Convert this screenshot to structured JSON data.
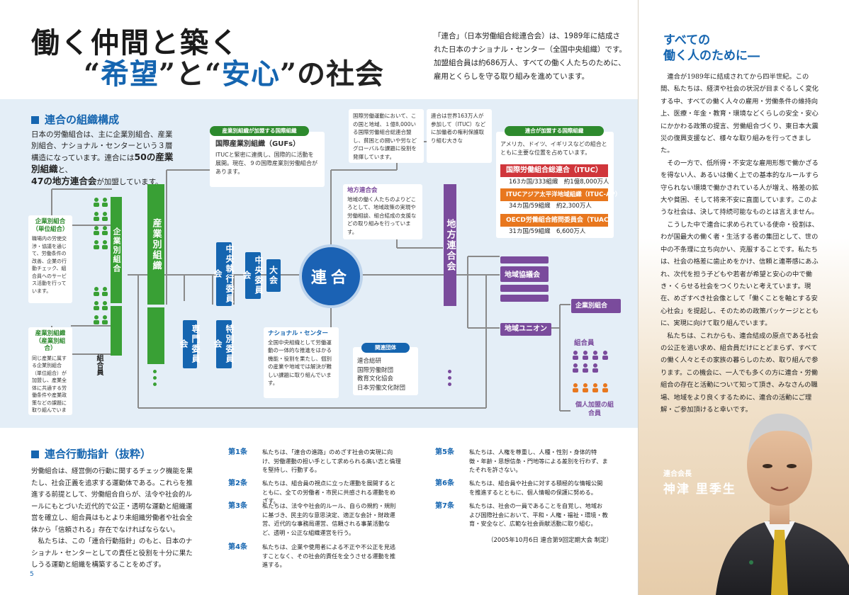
{
  "title": {
    "line1": "働く仲間と築く",
    "line2_q1": "“",
    "line2_hope": "希望",
    "line2_q2": "”と“",
    "line2_safe": "安心",
    "line2_q3": "”の社会"
  },
  "intro": "「連合」（日本労働組合総連合会）は、1989年に結成された日本のナショナル・センター（全国中央組織）です。加盟組合員は約686万人、すべての働く人たちのために、雇用とくらしを守る取り組みを進めています。",
  "org": {
    "heading": "連合の組織構成",
    "desc_a": "日本の労働組合は、主に企業別組合、産業別組合、ナショナル・センターという３層構造になっています。連合には",
    "desc_b": "50の産業別組織",
    "desc_c": "と、",
    "desc_d": "47の地方連合会",
    "desc_e": "が加盟しています。",
    "gufs_tag": "産業別組織が加盟する国際組織",
    "gufs_title": "国際産業別組織（GUFs）",
    "gufs_text": "ITUCと緊密に連携し、国際的に活動を展開。現在、９の国際産業別労働組合があります。",
    "intl_note1": "国際労働運動において、この国と地域、１億8,000いる国際労働組合総連合盟し、貧困との闘いや労などグローバルな課題に役割を発揮しています。",
    "intl_note2": "連合は世界163万人が参加して（ITUC）などに加働者の権利保護取り組む大きな",
    "rengo_intl_tag": "連合が加盟する国際組織",
    "rengo_intl_text": "アメリカ、ドイツ、イギリスなどの組合とともに主要な位置を占めています。",
    "ituc": "国際労働組合総連合（ITUC）",
    "ituc_stats": "163カ国/333組織　約1億8,000万人",
    "itucap": "ITUCアジア太平洋地域組織（ITUC-AP）",
    "itucap_stats": "34カ国/59組織　約2,300万人",
    "tuac": "OECD労働組合諮問委員会（TUAC）",
    "tuac_stats": "31カ国/59組織　6,600万人",
    "enterprise_head": "企業別組合",
    "enterprise_sub": "（単位組合）",
    "enterprise_text": "職場内の労使交渉・協議を通じて、労働条件の改善、企業の行動チェック、組合員へのサービス活動を行っています。",
    "industrial_head": "産業別組織",
    "industrial_sub": "（産業別組合）",
    "industrial_text": "同じ産業に属する企業別組合（単位組合）が加盟し、産業全体に共通する労働条件や産業政策などの課題に取り組んでいます。",
    "local_head": "地方連合会",
    "local_text": "地域の働く人たちのよりどころとして、地域政策の実現や労働相談、組合結成の支援などの取り組みを行っています。",
    "nc_head": "ナショナル・センター",
    "nc_text": "全国中央組織として労働運動の一体的な推進をはかる機能・役割を果たし、個別の産業や地域では解決が難しい課題に取り組んでいます。",
    "related_tag": "関連団体",
    "related_items": [
      "連合総研",
      "国際労働財団",
      "教育文化協会",
      "日本労働文化財団"
    ],
    "bar_kigyou": "企業別組合",
    "bar_sangyou": "産業別組織",
    "bar_senmon": "専門委員会",
    "bar_chuoshikkou": "中央執行委員会",
    "bar_tokubetsu": "特別委員会",
    "bar_chuoiinkai": "中央委員会",
    "bar_taikai": "大会",
    "rengo": "連合",
    "bar_chihou": "地方連合会",
    "members_left": "組合員",
    "chiiki_kyougikai": "地域協議会",
    "chiiki_union": "地域ユニオン",
    "right_enterprise": "企業別組合",
    "right_members": "組合員",
    "individual": "個人加盟の組合員"
  },
  "guidelines": {
    "heading": "連合行動指針（抜粋）",
    "intro1": "労働組合は、経営側の行動に関するチェック機能を果たし、社会正義を追求する運動体である。これらを推進する前提として、労働組合自らが、法令や社会的ルールにもとづいた近代的で公正・透明な運動と組織運営を確立し、組合員はもとより未組織労働者や社会全体から「信頼される」存在でなければならない。",
    "intro2": "私たちは、この「連合行動指針」のもと、日本のナショナル・センターとしての責任と役割を十分に果たしうる運動と組織を構築することをめざす。",
    "articles": [
      {
        "num": "第1条",
        "text": "私たちは、「連合の進路」のめざす社会の実現に向け、労働運動の担い手として求められる高い志と倫理を堅持し、行動する。"
      },
      {
        "num": "第2条",
        "text": "私たちは、組合員の視点に立った運動を展開するとともに、全ての労働者・市民に共感される運動をめざす。"
      },
      {
        "num": "第3条",
        "text": "私たちは、法令や社会的ルール、自らの規約・規則に基づき、民主的な意思決定、適正な会計・財政運営、近代的な事務局運営、信頼される事業活動など、透明・公正な組織運営を行う。"
      },
      {
        "num": "第4条",
        "text": "私たちは、企業や使用者による不正や不公正を見逃すことなく、その社会的責任を全うさせる運動を推進する。"
      },
      {
        "num": "第5条",
        "text": "私たちは、人権を尊重し、人種・性別・身体的特徴・年齢・思想信条・門地等による差別を行わず、またそれを許さない。"
      },
      {
        "num": "第6条",
        "text": "私たちは、組合員や社会に対する積極的な情報公開を推進するとともに、個人情報の保護に努める。"
      },
      {
        "num": "第7条",
        "text": "私たちは、社会の一員であることを自覚し、地域および国際社会において、平和・人権・福祉・環境・教育・安全など、広範な社会貢献活動に取り組む。"
      }
    ],
    "signature": "（2005年10月6日 連合第9回定期大会 制定）"
  },
  "page_number": "5",
  "right": {
    "title1": "すべての",
    "title2": "働く人のために―",
    "paragraphs": [
      "連合が1989年に結成されてから四半世紀。この間、私たちは、経済や社会の状況が目まぐるしく変化する中、すべての働く人々の雇用・労働条件の維持向上、医療・年金・教育・環境などくらしの安全・安心にかかわる政策の提言、労働組合づくり、東日本大震災の復興支援など、様々な取り組みを行ってきました。",
      "その一方で、低所得・不安定な雇用形態で働かざるを得ない人、あるいは働く上での基本的なルールすら守られない環境で働かされている人が増え、格差の拡大や貧困、そして将来不安に直面しています。このような社会は、決して持続可能なものとは言えません。",
      "こうした中で連合に求められている使命・役割は、わが国最大の働く者・生活する者の集団として、世の中の不条理に立ち向かい、克服することです。私たちは、社会の格差に歯止めをかけ、信頼と連帯感にあふれ、次代を担う子どもや若者が希望と安心の中で働き・くらせる社会をつくりたいと考えています。現在、めざすべき社会像として「働くことを軸とする安心社会」を提起し、そのための政策パッケージとともに、実現に向けて取り組んでいます。",
      "私たちは、これからも、連合結成の原点である社会の公正を追い求め、組合員だけにとどまらず、すべての働く人々とその家族の暮らしのため、取り組んで参ります。この機会に、一人でも多くの方に連合・労働組合の存在と活動について知って頂き、みなさんの職場、地域をより良くするために、連合の活動にご理解・ご参加頂けると幸いです。"
    ],
    "president_title": "連合会長",
    "president_name": "神津 里季生"
  },
  "colors": {
    "blue": "#1565b0",
    "green": "#39a035",
    "purple": "#7a4b9c",
    "red": "#d0363b",
    "orange": "#e8771e",
    "panel": "#e4eef7"
  }
}
